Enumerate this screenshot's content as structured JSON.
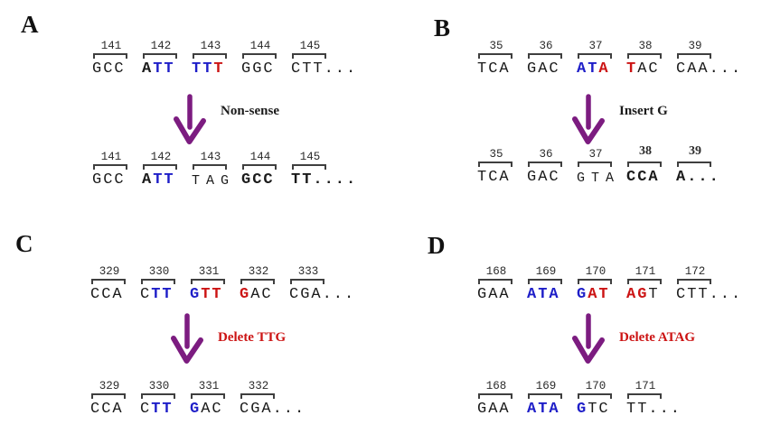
{
  "colors": {
    "black": "#1b1b1b",
    "blue": "#1e1ec8",
    "red": "#cc1414",
    "purple": "#7c1c80"
  },
  "panels": [
    {
      "label": "A",
      "arrow_label": "Non-sense",
      "arrow_label_color": "black",
      "rows": [
        {
          "codons": [
            {
              "num": "141",
              "segments": [
                {
                  "text": "GCC",
                  "color": "black",
                  "bold": false
                }
              ]
            },
            {
              "num": "142",
              "segments": [
                {
                  "text": "A",
                  "color": "black",
                  "bold": true
                },
                {
                  "text": "TT",
                  "color": "blue",
                  "bold": true
                }
              ]
            },
            {
              "num": "143",
              "segments": [
                {
                  "text": "TT",
                  "color": "blue",
                  "bold": true
                },
                {
                  "text": "T",
                  "color": "red",
                  "bold": true
                }
              ]
            },
            {
              "num": "144",
              "segments": [
                {
                  "text": "GGC",
                  "color": "black",
                  "bold": false
                }
              ]
            },
            {
              "num": "145",
              "segments": [
                {
                  "text": "CTT...",
                  "color": "black",
                  "bold": false
                }
              ]
            }
          ]
        },
        {
          "codons": [
            {
              "num": "141",
              "segments": [
                {
                  "text": "GCC",
                  "color": "black",
                  "bold": false
                }
              ]
            },
            {
              "num": "142",
              "segments": [
                {
                  "text": "A",
                  "color": "black",
                  "bold": true
                },
                {
                  "text": "TT",
                  "color": "blue",
                  "bold": true
                }
              ]
            },
            {
              "num": "143",
              "spaced": true,
              "segments": [
                {
                  "text": "TAG",
                  "color": "black",
                  "bold": false
                }
              ]
            },
            {
              "num": "144",
              "segments": [
                {
                  "text": "GCC",
                  "color": "black",
                  "bold": true
                }
              ]
            },
            {
              "num": "145",
              "segments": [
                {
                  "text": "TT....",
                  "color": "black",
                  "bold": true
                }
              ]
            }
          ]
        }
      ]
    },
    {
      "label": "B",
      "arrow_label": "Insert G",
      "arrow_label_color": "black",
      "rows": [
        {
          "codons": [
            {
              "num": "35",
              "segments": [
                {
                  "text": "TCA",
                  "color": "black",
                  "bold": false
                }
              ]
            },
            {
              "num": "36",
              "segments": [
                {
                  "text": "GAC",
                  "color": "black",
                  "bold": false
                }
              ]
            },
            {
              "num": "37",
              "segments": [
                {
                  "text": "AT",
                  "color": "blue",
                  "bold": true
                },
                {
                  "text": "A",
                  "color": "red",
                  "bold": true
                }
              ]
            },
            {
              "num": "38",
              "segments": [
                {
                  "text": "T",
                  "color": "red",
                  "bold": true
                },
                {
                  "text": "AC",
                  "color": "black",
                  "bold": false
                }
              ]
            },
            {
              "num": "39",
              "segments": [
                {
                  "text": "CAA...",
                  "color": "black",
                  "bold": false
                }
              ]
            }
          ]
        },
        {
          "codons": [
            {
              "num": "35",
              "segments": [
                {
                  "text": "TCA",
                  "color": "black",
                  "bold": false
                }
              ]
            },
            {
              "num": "36",
              "segments": [
                {
                  "text": "GAC",
                  "color": "black",
                  "bold": false
                }
              ]
            },
            {
              "num": "37",
              "spaced": true,
              "segments": [
                {
                  "text": "GTA",
                  "color": "black",
                  "bold": false
                }
              ]
            },
            {
              "num": "38",
              "raised_num": true,
              "segments": [
                {
                  "text": "CCA",
                  "color": "black",
                  "bold": true
                }
              ]
            },
            {
              "num": "39",
              "raised_num": true,
              "segments": [
                {
                  "text": "A...",
                  "color": "black",
                  "bold": true
                }
              ]
            }
          ]
        }
      ]
    },
    {
      "label": "C",
      "arrow_label": "Delete TTG",
      "arrow_label_color": "red",
      "rows": [
        {
          "codons": [
            {
              "num": "329",
              "segments": [
                {
                  "text": "CCA",
                  "color": "black",
                  "bold": false
                }
              ]
            },
            {
              "num": "330",
              "segments": [
                {
                  "text": "C",
                  "color": "black",
                  "bold": false
                },
                {
                  "text": "TT",
                  "color": "blue",
                  "bold": true
                }
              ]
            },
            {
              "num": "331",
              "segments": [
                {
                  "text": "G",
                  "color": "blue",
                  "bold": true
                },
                {
                  "text": "TT",
                  "color": "red",
                  "bold": true
                }
              ]
            },
            {
              "num": "332",
              "segments": [
                {
                  "text": "G",
                  "color": "red",
                  "bold": true
                },
                {
                  "text": "AC",
                  "color": "black",
                  "bold": false
                }
              ]
            },
            {
              "num": "333",
              "segments": [
                {
                  "text": "CGA...",
                  "color": "black",
                  "bold": false
                }
              ]
            }
          ]
        },
        {
          "codons": [
            {
              "num": "329",
              "segments": [
                {
                  "text": "CCA",
                  "color": "black",
                  "bold": false
                }
              ]
            },
            {
              "num": "330",
              "segments": [
                {
                  "text": "C",
                  "color": "black",
                  "bold": false
                },
                {
                  "text": "TT",
                  "color": "blue",
                  "bold": true
                }
              ]
            },
            {
              "num": "331",
              "segments": [
                {
                  "text": "G",
                  "color": "blue",
                  "bold": true
                },
                {
                  "text": "AC",
                  "color": "black",
                  "bold": false
                }
              ]
            },
            {
              "num": "332",
              "segments": [
                {
                  "text": "CGA...",
                  "color": "black",
                  "bold": false
                }
              ]
            }
          ]
        }
      ]
    },
    {
      "label": "D",
      "arrow_label": "Delete ATAG",
      "arrow_label_color": "red",
      "rows": [
        {
          "codons": [
            {
              "num": "168",
              "segments": [
                {
                  "text": "GAA",
                  "color": "black",
                  "bold": false
                }
              ]
            },
            {
              "num": "169",
              "segments": [
                {
                  "text": "ATA",
                  "color": "blue",
                  "bold": true
                }
              ]
            },
            {
              "num": "170",
              "segments": [
                {
                  "text": "G",
                  "color": "blue",
                  "bold": true
                },
                {
                  "text": "AT",
                  "color": "red",
                  "bold": true
                }
              ]
            },
            {
              "num": "171",
              "segments": [
                {
                  "text": "AG",
                  "color": "red",
                  "bold": true
                },
                {
                  "text": "T",
                  "color": "black",
                  "bold": false
                }
              ]
            },
            {
              "num": "172",
              "segments": [
                {
                  "text": "CTT...",
                  "color": "black",
                  "bold": false
                }
              ]
            }
          ]
        },
        {
          "codons": [
            {
              "num": "168",
              "segments": [
                {
                  "text": "GAA",
                  "color": "black",
                  "bold": false
                }
              ]
            },
            {
              "num": "169",
              "segments": [
                {
                  "text": "ATA",
                  "color": "blue",
                  "bold": true
                }
              ]
            },
            {
              "num": "170",
              "segments": [
                {
                  "text": "G",
                  "color": "blue",
                  "bold": true
                },
                {
                  "text": "TC",
                  "color": "black",
                  "bold": false
                }
              ]
            },
            {
              "num": "171",
              "segments": [
                {
                  "text": "TT...",
                  "color": "black",
                  "bold": false
                }
              ]
            }
          ]
        }
      ]
    }
  ]
}
